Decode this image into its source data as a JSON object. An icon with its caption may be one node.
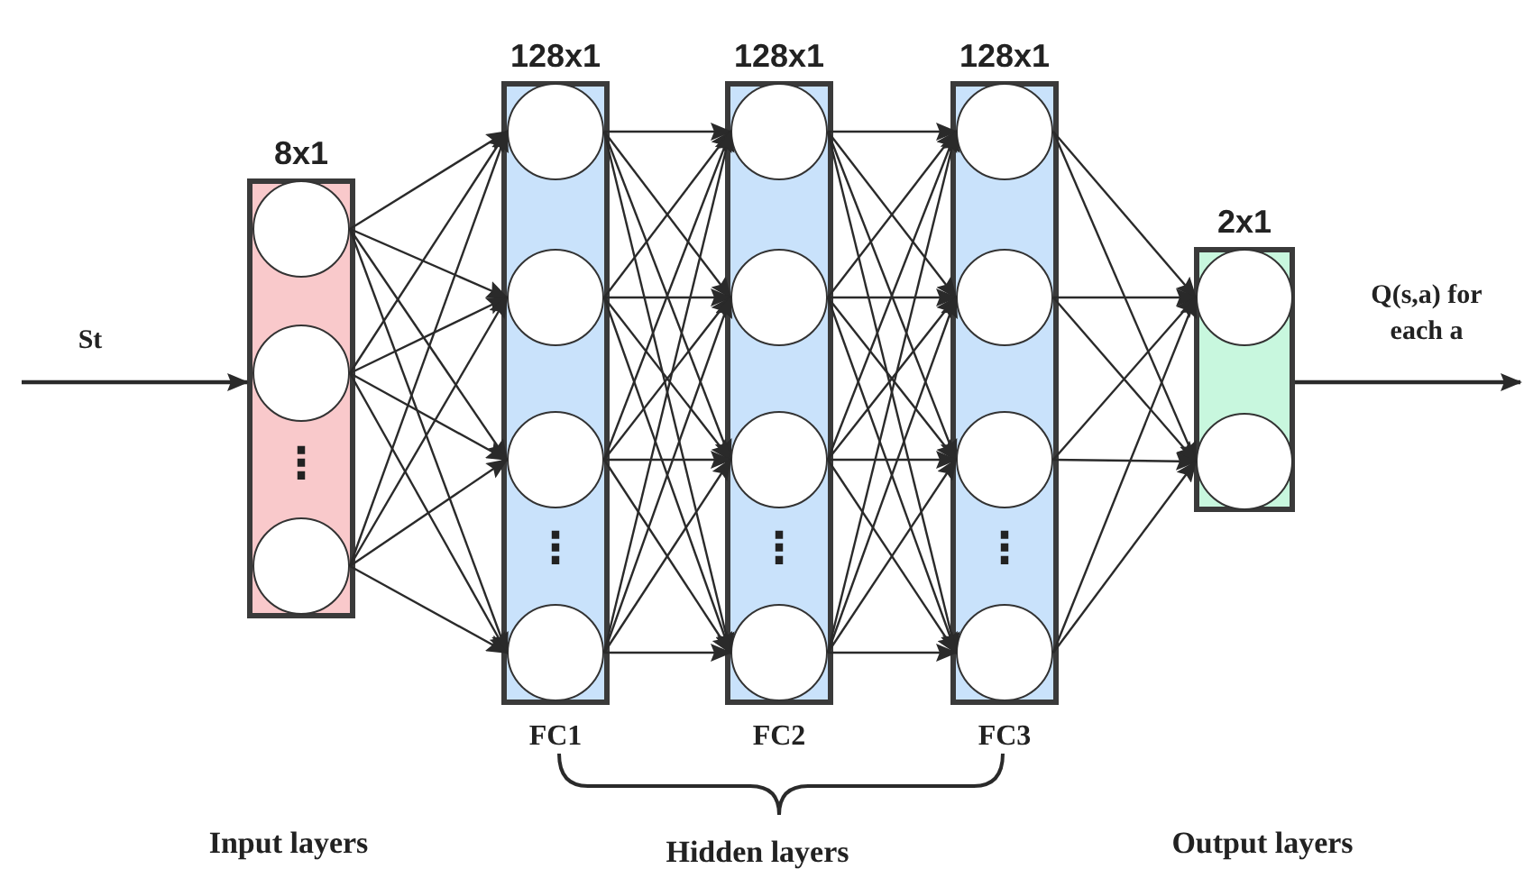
{
  "diagram": {
    "nodes": [
      {
        "text": [
          "8x1"
        ]
      },
      {
        "text": [],
        "shape": "circle",
        "in": 0
      },
      {
        "text": [],
        "shape": "circle",
        "in": 0
      },
      {
        "text": [],
        "shape": "circle",
        "in": 0
      },
      {
        "text": [
          "128x1",
          "FC1"
        ]
      },
      {
        "text": [],
        "shape": "circle",
        "in": 4
      },
      {
        "text": [],
        "shape": "circle",
        "in": 4
      },
      {
        "text": [],
        "shape": "circle",
        "in": 4
      },
      {
        "text": [],
        "shape": "circle",
        "in": 4
      },
      {
        "text": [
          "128x1",
          "FC2"
        ]
      },
      {
        "text": [],
        "shape": "circle",
        "in": 9
      },
      {
        "text": [],
        "shape": "circle",
        "in": 9
      },
      {
        "text": [],
        "shape": "circle",
        "in": 9
      },
      {
        "text": [],
        "shape": "circle",
        "in": 9
      },
      {
        "text": [
          "128x1",
          "FC3"
        ]
      },
      {
        "text": [],
        "shape": "circle",
        "in": 14
      },
      {
        "text": [],
        "shape": "circle",
        "in": 14
      },
      {
        "text": [],
        "shape": "circle",
        "in": 14
      },
      {
        "text": [],
        "shape": "circle",
        "in": 14
      },
      {
        "text": [
          "2x1"
        ]
      },
      {
        "text": [],
        "shape": "circle",
        "in": 19
      },
      {
        "text": [],
        "shape": "circle",
        "in": 19
      }
    ],
    "edges": [
      {
        "from": null,
        "to": 0,
        "arrow": "to",
        "label": "St"
      },
      {
        "from": 1,
        "to": 5,
        "arrow": "to"
      },
      {
        "from": 1,
        "to": 6,
        "arrow": "to"
      },
      {
        "from": 1,
        "to": 7,
        "arrow": "to"
      },
      {
        "from": 1,
        "to": 8,
        "arrow": "to"
      },
      {
        "from": 2,
        "to": 5,
        "arrow": "to"
      },
      {
        "from": 2,
        "to": 6,
        "arrow": "to"
      },
      {
        "from": 2,
        "to": 7,
        "arrow": "to"
      },
      {
        "from": 2,
        "to": 8,
        "arrow": "to"
      },
      {
        "from": 3,
        "to": 5,
        "arrow": "to"
      },
      {
        "from": 3,
        "to": 6,
        "arrow": "to"
      },
      {
        "from": 3,
        "to": 7,
        "arrow": "to"
      },
      {
        "from": 3,
        "to": 8,
        "arrow": "to"
      },
      {
        "from": 5,
        "to": 10,
        "arrow": "to"
      },
      {
        "from": 5,
        "to": 11,
        "arrow": "to"
      },
      {
        "from": 5,
        "to": 12,
        "arrow": "to"
      },
      {
        "from": 5,
        "to": 13,
        "arrow": "to"
      },
      {
        "from": 6,
        "to": 10,
        "arrow": "to"
      },
      {
        "from": 6,
        "to": 11,
        "arrow": "to"
      },
      {
        "from": 6,
        "to": 12,
        "arrow": "to"
      },
      {
        "from": 6,
        "to": 13,
        "arrow": "to"
      },
      {
        "from": 7,
        "to": 10,
        "arrow": "to"
      },
      {
        "from": 7,
        "to": 11,
        "arrow": "to"
      },
      {
        "from": 7,
        "to": 12,
        "arrow": "to"
      },
      {
        "from": 7,
        "to": 13,
        "arrow": "to"
      },
      {
        "from": 8,
        "to": 10,
        "arrow": "to"
      },
      {
        "from": 8,
        "to": 11,
        "arrow": "to"
      },
      {
        "from": 8,
        "to": 12,
        "arrow": "to"
      },
      {
        "from": 8,
        "to": 13,
        "arrow": "to"
      },
      {
        "from": 10,
        "to": 15,
        "arrow": "to"
      },
      {
        "from": 10,
        "to": 16,
        "arrow": "to"
      },
      {
        "from": 10,
        "to": 17,
        "arrow": "to"
      },
      {
        "from": 10,
        "to": 18,
        "arrow": "to"
      },
      {
        "from": 11,
        "to": 15,
        "arrow": "to"
      },
      {
        "from": 11,
        "to": 16,
        "arrow": "to"
      },
      {
        "from": 11,
        "to": 17,
        "arrow": "to"
      },
      {
        "from": 11,
        "to": 18,
        "arrow": "to"
      },
      {
        "from": 12,
        "to": 15,
        "arrow": "to"
      },
      {
        "from": 12,
        "to": 16,
        "arrow": "to"
      },
      {
        "from": 12,
        "to": 17,
        "arrow": "to"
      },
      {
        "from": 12,
        "to": 18,
        "arrow": "to"
      },
      {
        "from": 13,
        "to": 15,
        "arrow": "to"
      },
      {
        "from": 13,
        "to": 16,
        "arrow": "to"
      },
      {
        "from": 13,
        "to": 17,
        "arrow": "to"
      },
      {
        "from": 13,
        "to": 18,
        "arrow": "to"
      },
      {
        "from": 15,
        "to": 20,
        "arrow": "to"
      },
      {
        "from": 15,
        "to": 21,
        "arrow": "to"
      },
      {
        "from": 16,
        "to": 20,
        "arrow": "to"
      },
      {
        "from": 16,
        "to": 21,
        "arrow": "to"
      },
      {
        "from": 17,
        "to": 20,
        "arrow": "to"
      },
      {
        "from": 17,
        "to": 21,
        "arrow": "to"
      },
      {
        "from": 18,
        "to": 20,
        "arrow": "to"
      },
      {
        "from": 18,
        "to": 21,
        "arrow": "to"
      },
      {
        "from": 19,
        "to": null,
        "arrow": "to",
        "label": "Q(s,a) for each a"
      }
    ],
    "labels": [
      "⋮",
      "⋮",
      "⋮",
      "⋮",
      "Input layers",
      "Hidden layers",
      "Output layers"
    ]
  }
}
